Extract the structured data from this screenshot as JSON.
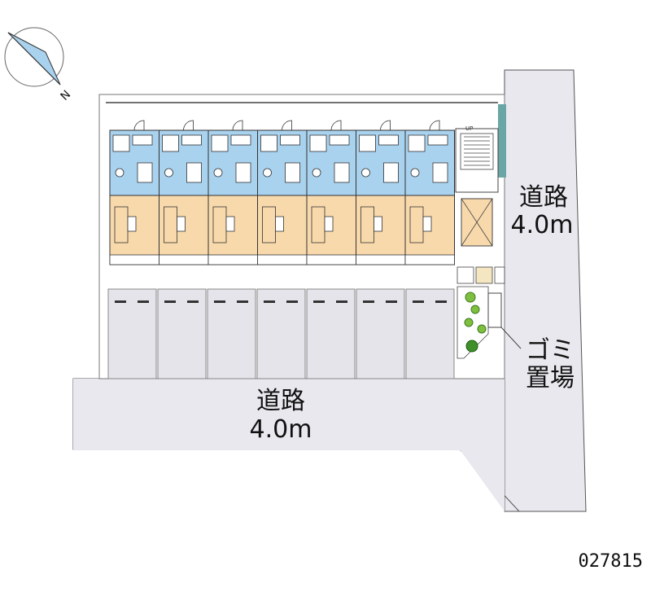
{
  "compass": {
    "north_label": "N"
  },
  "roads": {
    "east": {
      "name": "道路",
      "width": "4.0m"
    },
    "south": {
      "name": "道路",
      "width": "4.0m"
    }
  },
  "garbage": {
    "line1": "ゴミ",
    "line2": "置場"
  },
  "stairs": {
    "up_label": "UP"
  },
  "building": {
    "unit_count": 7
  },
  "parking": {
    "space_count": 7
  },
  "property_code": "027815",
  "colors": {
    "road": "#e8e8ee",
    "parking": "#e4e4ea",
    "wet_area": "#a9d2ee",
    "room": "#f8d9ac",
    "green": "#7fbf3f",
    "stair_wall": "#6aa6a6"
  }
}
